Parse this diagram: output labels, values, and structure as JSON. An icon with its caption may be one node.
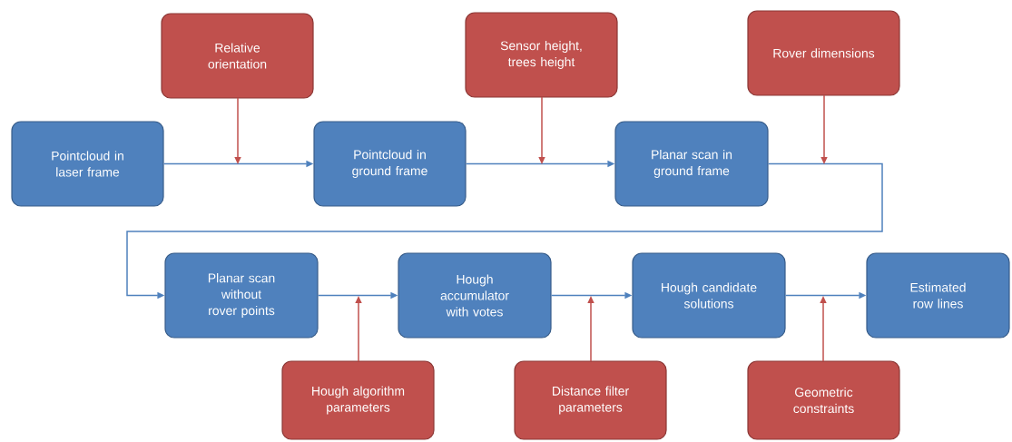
{
  "diagram": {
    "nodes": [
      {
        "text": [
          "Pointcloud in laser frame"
        ]
      },
      {
        "text": [
          "Relative orientation"
        ]
      },
      {
        "text": [
          "Pointcloud in ground frame"
        ]
      },
      {
        "text": [
          "Sensor height, trees height"
        ]
      },
      {
        "text": [
          "Planar scan in ground frame"
        ]
      },
      {
        "text": [
          "Rover dimensions"
        ]
      },
      {
        "text": [
          "Planar scan without rover points"
        ]
      },
      {
        "text": [
          "Hough algorithm parameters"
        ]
      },
      {
        "text": [
          "Hough accumulator with votes"
        ]
      },
      {
        "text": [
          "Distance filter parameters"
        ]
      },
      {
        "text": [
          "Hough candidate solutions"
        ]
      },
      {
        "text": [
          "Geometric constraints"
        ]
      },
      {
        "text": [
          "Estimated row lines"
        ]
      }
    ],
    "edges": [
      {
        "from": 0,
        "to": 2,
        "arrow": "to"
      },
      {
        "from": 2,
        "to": 4,
        "arrow": "to"
      },
      {
        "from": 4,
        "to": 6,
        "arrow": "to"
      },
      {
        "from": 6,
        "to": 8,
        "arrow": "to"
      },
      {
        "from": 8,
        "to": 10,
        "arrow": "to"
      },
      {
        "from": 10,
        "to": 12,
        "arrow": "to"
      },
      {
        "from": 1,
        "to": null,
        "arrow": "to",
        "color": "#c0504d"
      },
      {
        "from": 3,
        "to": null,
        "arrow": "to",
        "color": "#c0504d"
      },
      {
        "from": 5,
        "to": null,
        "arrow": "to",
        "color": "#c0504d"
      },
      {
        "from": 7,
        "to": null,
        "arrow": "to",
        "color": "#c0504d"
      },
      {
        "from": 9,
        "to": null,
        "arrow": "to",
        "color": "#c0504d"
      },
      {
        "from": 11,
        "to": null,
        "arrow": "to",
        "color": "#c0504d"
      }
    ]
  }
}
